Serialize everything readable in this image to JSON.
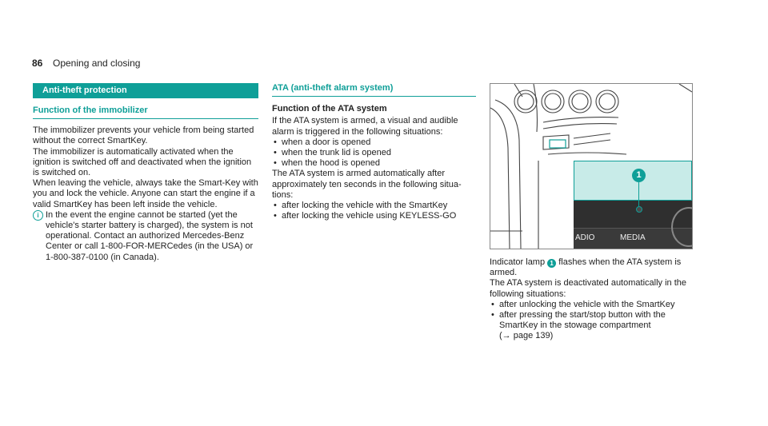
{
  "header": {
    "page_number": "86",
    "title": "Opening and closing"
  },
  "left": {
    "section_title": "Anti-theft protection",
    "subheading": "Function of the immobilizer",
    "paragraphs": [
      "The immobilizer prevents your vehicle from being started without the correct SmartKey.",
      "The immobilizer is automatically activated when the ignition is switched off and deactivated when the ignition is switched on.",
      "When leaving the vehicle, always take the Smart-Key with you and lock the vehicle. Anyone can start the engine if a valid SmartKey has been left inside the vehicle."
    ],
    "note": "In the event the engine cannot be started (yet the vehicle's starter battery is charged), the system is not operational. Contact an authorized Mercedes-Benz Center or call 1-800-FOR-MERCedes (in the USA) or 1-800-387-0100 (in Canada)."
  },
  "middle": {
    "subheading": "ATA (anti-theft alarm system)",
    "heading": "Function of the ATA system",
    "intro": "If the ATA system is armed, a visual and audible alarm is triggered in the following situations:",
    "situations": [
      "when a door is opened",
      "when the trunk lid is opened",
      "when the hood is opened"
    ],
    "armed_text": "The ATA system is armed automatically after approximately ten seconds in the following situa-tions:",
    "armed_situations": [
      "after locking the vehicle with the SmartKey",
      "after locking the vehicle using KEYLESS-GO"
    ]
  },
  "right": {
    "figure": {
      "callout": "1",
      "label_left": "ADIO",
      "label_right": "MEDIA"
    },
    "caption_pre": "Indicator lamp",
    "caption_callout": "1",
    "caption_post": "flashes when the ATA system is armed.",
    "deactivated_text": "The ATA system is deactivated automatically in the following situations:",
    "deactivated_situations": [
      "after unlocking the vehicle with the SmartKey",
      "after pressing the start/stop button with the SmartKey in the stowage compartment"
    ],
    "page_ref": "(→ page 139)"
  },
  "colors": {
    "accent": "#0f9f98",
    "highlight_panel": "#c8ebe8"
  },
  "icons": {
    "note": "info-icon"
  }
}
